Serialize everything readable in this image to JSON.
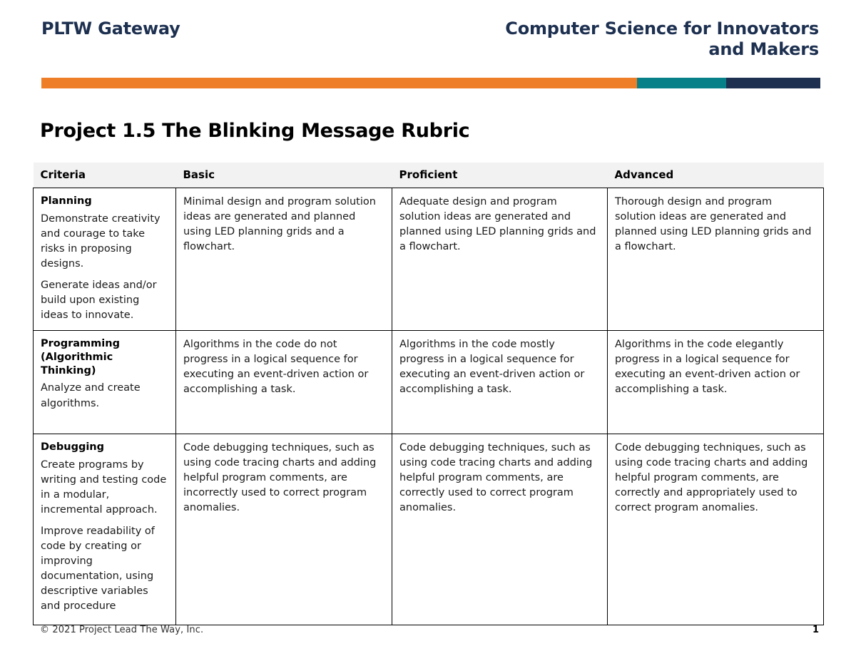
{
  "header": {
    "brand": "PLTW Gateway",
    "course": "Computer Science for Innovators and Makers",
    "accent_colors": {
      "orange": "#EF7E28",
      "teal": "#08808A",
      "navy": "#1D3050"
    }
  },
  "document": {
    "title": "Project 1.5 The Blinking Message Rubric"
  },
  "table": {
    "columns": [
      "Criteria",
      "Basic",
      "Proficient",
      "Advanced"
    ],
    "rows": [
      {
        "criteria_name": "Planning",
        "criteria_desc_1": "Demonstrate creativity and courage to take risks in proposing designs.",
        "criteria_desc_2": "Generate ideas and/or build upon existing ideas to innovate.",
        "basic": "Minimal design and program solution ideas are generated and planned using LED planning grids and a flowchart.",
        "proficient": "Adequate design and program solution ideas are generated and planned using LED planning grids and a flowchart.",
        "advanced": "Thorough design and program solution ideas are generated and planned using LED planning grids and a flowchart."
      },
      {
        "criteria_name": "Programming (Algorithmic Thinking)",
        "criteria_desc_1": "Analyze and create algorithms.",
        "criteria_desc_2": "",
        "basic": "Algorithms in the code do not progress in a logical sequence for executing an event-driven action or accomplishing a task.",
        "proficient": "Algorithms in the code mostly progress in a logical sequence for executing an event-driven action or accomplishing a task.",
        "advanced": "Algorithms in the code elegantly progress in a logical sequence for executing an event-driven action or accomplishing a task."
      },
      {
        "criteria_name": "Debugging",
        "criteria_desc_1": "Create programs by writing and testing code in a modular, incremental approach.",
        "criteria_desc_2": "Improve readability of code by creating or improving documentation, using descriptive variables and procedure",
        "basic": "Code debugging techniques, such as using code tracing charts and adding helpful program comments, are incorrectly used to correct program anomalies.",
        "proficient": "Code debugging techniques, such as using code tracing charts and adding helpful program comments, are correctly used to correct program anomalies.",
        "advanced": "Code debugging techniques, such as using code tracing charts and adding helpful program comments, are correctly and appropriately used to correct program anomalies."
      }
    ]
  },
  "footer": {
    "copyright": "© 2021 Project Lead The Way, Inc.",
    "page_number": "1"
  }
}
